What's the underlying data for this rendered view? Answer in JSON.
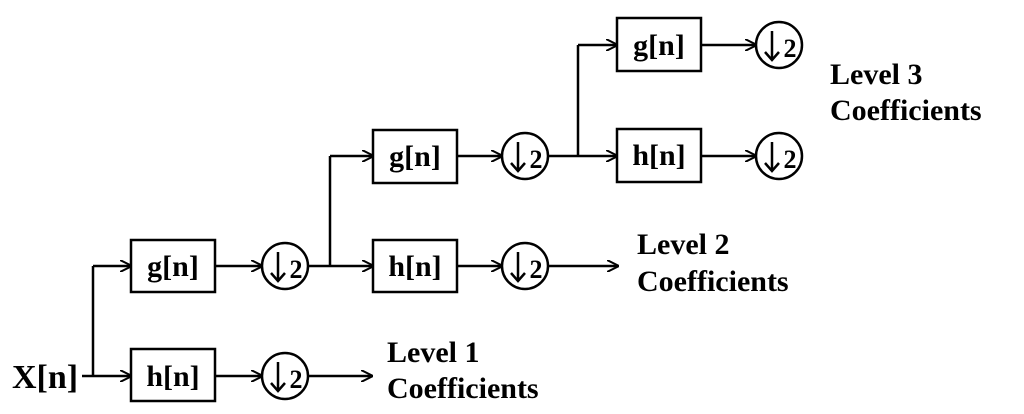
{
  "input_label": "X[n]",
  "filters": {
    "highpass": "g[n]",
    "lowpass": "h[n]"
  },
  "downsample_factor": "2",
  "outputs": {
    "level1": {
      "line1": "Level 1",
      "line2": "Coefficients"
    },
    "level2": {
      "line1": "Level 2",
      "line2": "Coefficients"
    },
    "level3": {
      "line1": "Level 3",
      "line2": "Coefficients"
    }
  },
  "colors": {
    "ink": "#000000",
    "background": "#ffffff"
  }
}
